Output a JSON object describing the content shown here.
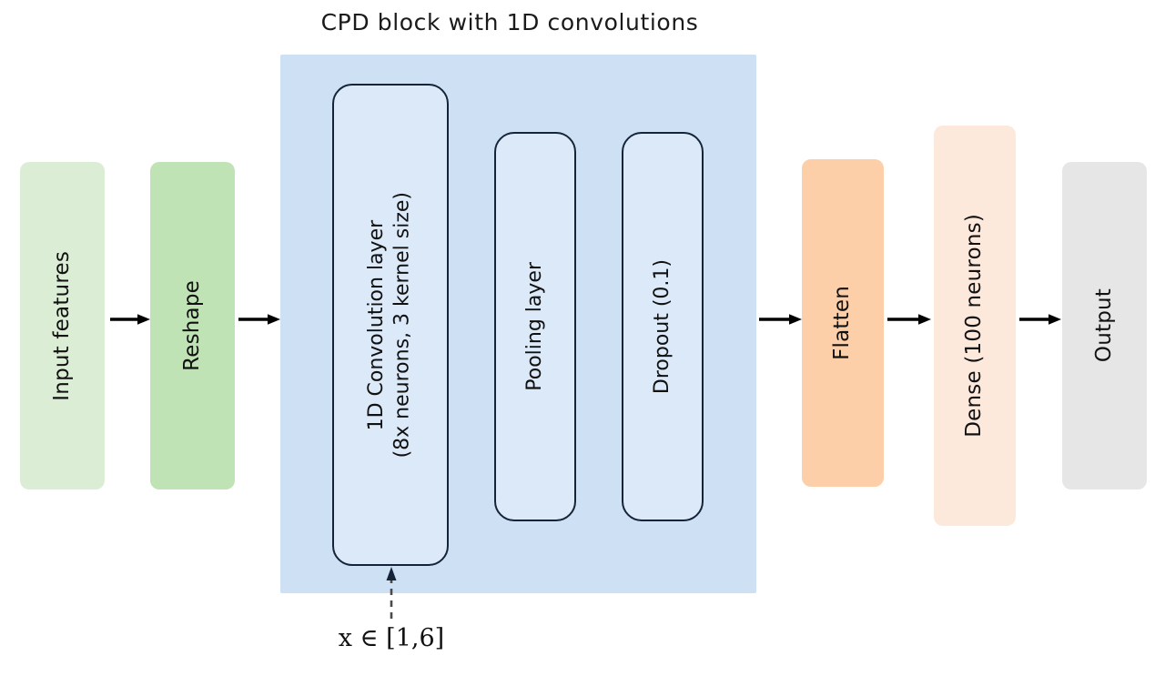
{
  "figure": {
    "title": "CPD block with 1D convolutions",
    "type": "neural-network-architecture-diagram"
  },
  "pipeline": {
    "blocks": [
      {
        "id": "input-features",
        "label": "Input features",
        "color": "#dcedd6",
        "order": 1
      },
      {
        "id": "reshape",
        "label": "Reshape",
        "color": "#bfe3b4",
        "order": 2
      },
      {
        "id": "cpd-block",
        "label": "CPD block",
        "color": "#cee1f4",
        "order": 3
      },
      {
        "id": "flatten",
        "label": "Flatten",
        "color": "#fccfa8",
        "order": 4
      },
      {
        "id": "dense",
        "label": "Dense (100 neurons)",
        "color": "#fde8dc",
        "order": 5
      },
      {
        "id": "output",
        "label": "Output",
        "color": "#e6e6e6",
        "order": 6
      }
    ]
  },
  "cpd_block": {
    "background_color": "#cee1f4",
    "inner_fill_color": "#dce9f8",
    "inner_stroke_color": "#16243a",
    "layers": [
      {
        "id": "conv1d",
        "line1": "1D Convolution layer",
        "line2": "(8x neurons, 3 kernel size)"
      },
      {
        "id": "pooling",
        "line1": "Pooling layer",
        "line2": ""
      },
      {
        "id": "dropout",
        "line1": "Dropout (0.1)",
        "line2": ""
      }
    ]
  },
  "annotation": {
    "text": "x ∈ [1,6]",
    "target": "conv1d",
    "style": "dashed-arrow"
  },
  "colors": {
    "background": "#ffffff",
    "text": "#111111",
    "arrow": "#000000",
    "dashed_arrow": "#4a4a4a"
  }
}
